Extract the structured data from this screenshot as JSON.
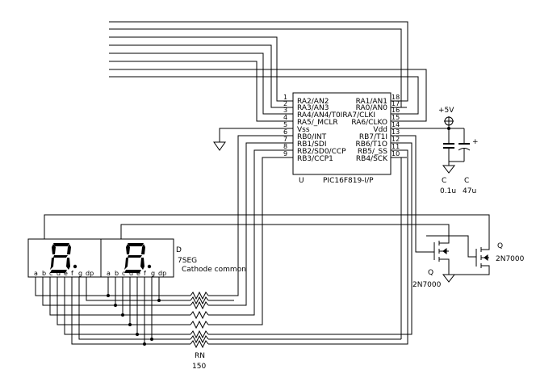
{
  "mcu": {
    "ref": "U",
    "part": "PIC16F819-I/P",
    "left_pins": [
      {
        "num": "1",
        "name": "RA2/AN2"
      },
      {
        "num": "2",
        "name": "RA3/AN3"
      },
      {
        "num": "3",
        "name": "RA4/AN4/T0IRA7/CLKI"
      },
      {
        "num": "4",
        "name": "RA5/_MCLR"
      },
      {
        "num": "5",
        "name": "Vss"
      },
      {
        "num": "6",
        "name": "RB0/INT"
      },
      {
        "num": "7",
        "name": "RB1/SDI"
      },
      {
        "num": "8",
        "name": "RB2/SD0/CCP"
      },
      {
        "num": "9",
        "name": "RB3/CCP1"
      }
    ],
    "right_pins": [
      {
        "num": "18",
        "name": "RA1/AN1"
      },
      {
        "num": "17",
        "name": "RA0/AN0"
      },
      {
        "num": "16",
        "name": ""
      },
      {
        "num": "15",
        "name": "RA6/CLKO"
      },
      {
        "num": "14",
        "name": "Vdd"
      },
      {
        "num": "13",
        "name": "RB7/T1I"
      },
      {
        "num": "12",
        "name": "RB6/T1O"
      },
      {
        "num": "11",
        "name": "RB5/_SS"
      },
      {
        "num": "10",
        "name": "RB4/SCK"
      }
    ]
  },
  "power": {
    "label": "+5V"
  },
  "cap_small": {
    "ref": "C",
    "value": "0.1u"
  },
  "cap_big": {
    "ref": "C",
    "value": "47u"
  },
  "display": {
    "ref": "D",
    "type": "7SEG",
    "note": "Cathode common",
    "segment_labels": [
      "a",
      "b",
      "c",
      "d",
      "e",
      "f",
      "g",
      "dp"
    ]
  },
  "transistor_left": {
    "ref": "Q",
    "part": "2N7000"
  },
  "transistor_right": {
    "ref": "Q",
    "part": "2N7000"
  },
  "resistor_net": {
    "ref": "RN",
    "value": "150"
  }
}
